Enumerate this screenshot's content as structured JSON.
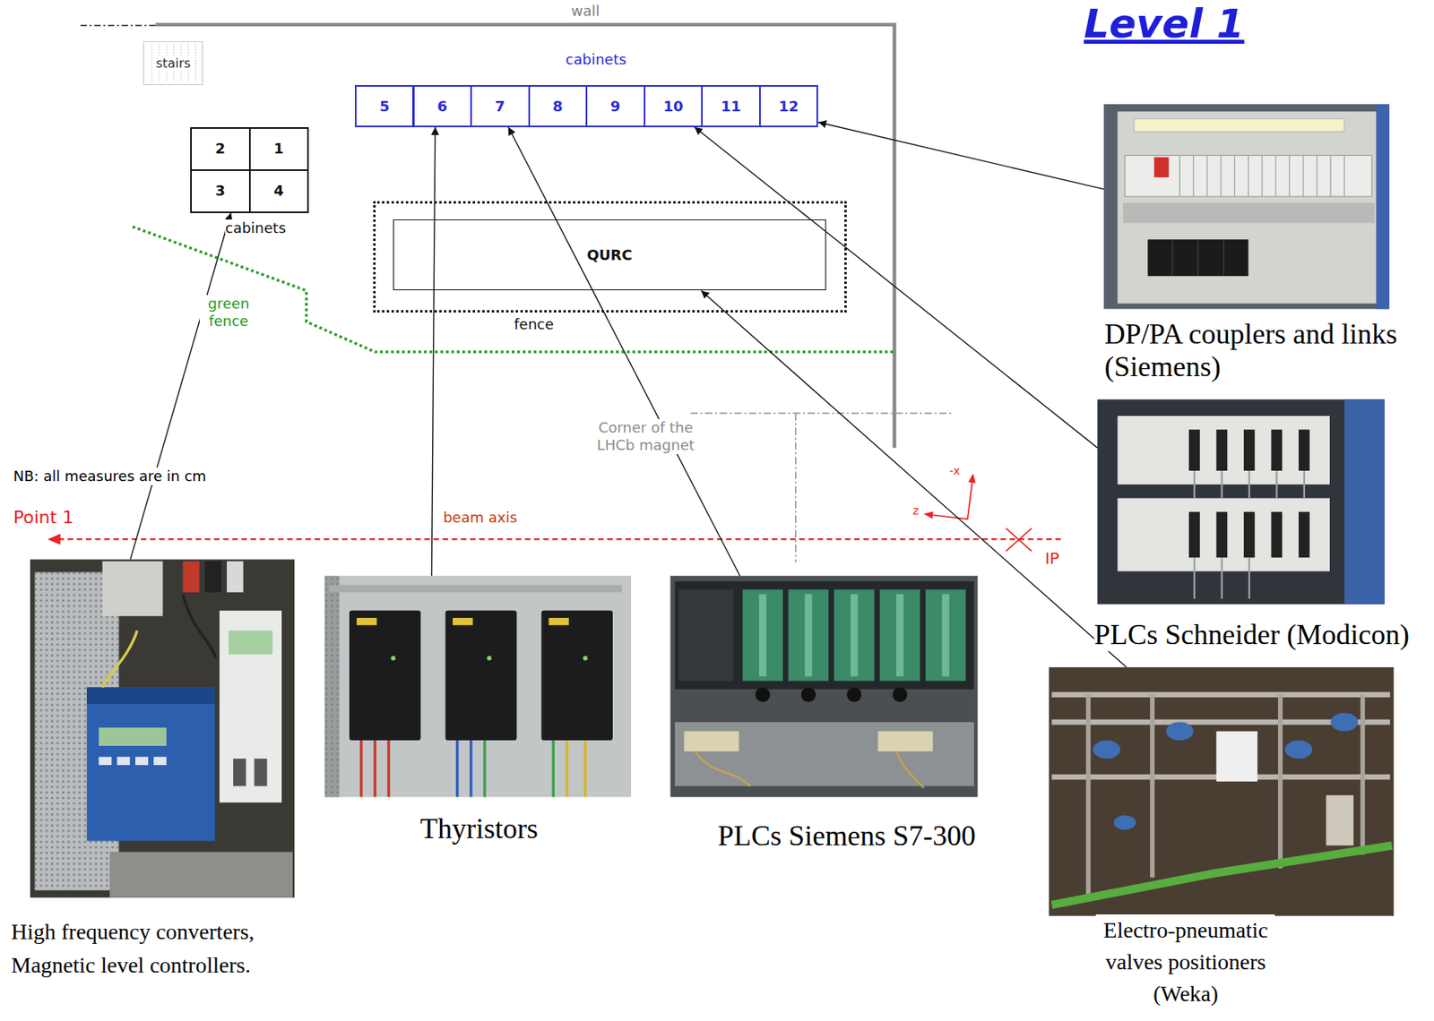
{
  "diagram": {
    "title": "Level 1",
    "nodes": [
      {
        "text": [
          "stairs"
        ]
      },
      {
        "text": [
          "cabinets"
        ]
      },
      {
        "text": [
          "5"
        ],
        "in": 1
      },
      {
        "text": [
          "6"
        ],
        "in": 1
      },
      {
        "text": [
          "7"
        ],
        "in": 1
      },
      {
        "text": [
          "8"
        ],
        "in": 1
      },
      {
        "text": [
          "9"
        ],
        "in": 1
      },
      {
        "text": [
          "10"
        ],
        "in": 1
      },
      {
        "text": [
          "11"
        ],
        "in": 1
      },
      {
        "text": [
          "12"
        ],
        "in": 1
      },
      {
        "text": [
          "cabinets"
        ]
      },
      {
        "text": [
          "2"
        ],
        "in": 10
      },
      {
        "text": [
          "1"
        ],
        "in": 10
      },
      {
        "text": [
          "3"
        ],
        "in": 10
      },
      {
        "text": [
          "4"
        ],
        "in": 10
      },
      {
        "text": [
          "fence"
        ]
      },
      {
        "text": [
          "QURC"
        ],
        "in": 15
      },
      {
        "text": [
          "DP/PA couplers and links (Siemens)"
        ]
      },
      {
        "text": [
          "PLCs Schneider (Modicon)"
        ]
      },
      {
        "text": [
          "High frequency converters, Magnetic level controllers."
        ]
      },
      {
        "text": [
          "Thyristors"
        ]
      },
      {
        "text": [
          "PLCs Siemens S7-300"
        ]
      },
      {
        "text": [
          "Electro-pneumatic valves positioners (Weka)"
        ]
      }
    ],
    "edges": [
      {
        "from": 17,
        "to": 9,
        "arrow": "to"
      },
      {
        "from": 18,
        "to": 7,
        "arrow": "to"
      },
      {
        "from": 19,
        "to": 13,
        "arrow": "to"
      },
      {
        "from": 20,
        "to": 3,
        "arrow": "to"
      },
      {
        "from": 21,
        "to": 4,
        "arrow": "to"
      },
      {
        "from": 22,
        "to": 16,
        "arrow": "to"
      }
    ],
    "labels": [
      "wall",
      "green fence",
      "Corner of the LHCb magnet",
      "NB: all measures are in cm",
      "Point 1",
      "beam axis",
      "-x",
      "z",
      "IP"
    ]
  }
}
